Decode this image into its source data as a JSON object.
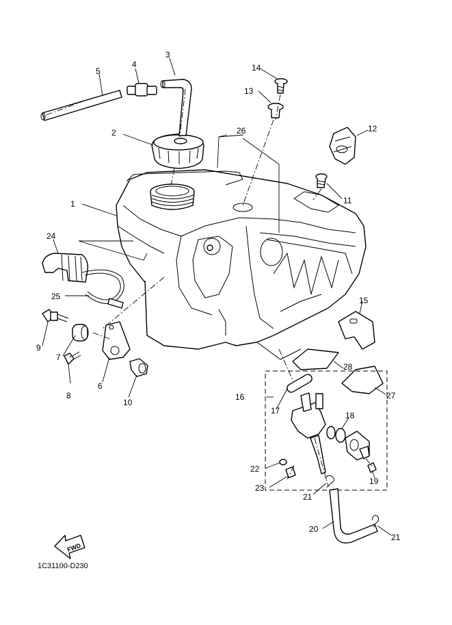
{
  "callouts": {
    "c1": "1",
    "c2": "2",
    "c3": "3",
    "c4": "4",
    "c5": "5",
    "c6": "6",
    "c7": "7",
    "c8": "8",
    "c9": "9",
    "c10": "10",
    "c11": "11",
    "c12": "12",
    "c13": "13",
    "c14": "14",
    "c15": "15",
    "c16": "16",
    "c17": "17",
    "c18": "18",
    "c19": "19",
    "c20": "20",
    "c21a": "21",
    "c21b": "21",
    "c22": "22",
    "c23": "23",
    "c24": "24",
    "c25": "25",
    "c26": "26",
    "c27": "27",
    "c28": "28"
  },
  "fwd_label": "FWD",
  "drawing_code": "1C31100-D230"
}
